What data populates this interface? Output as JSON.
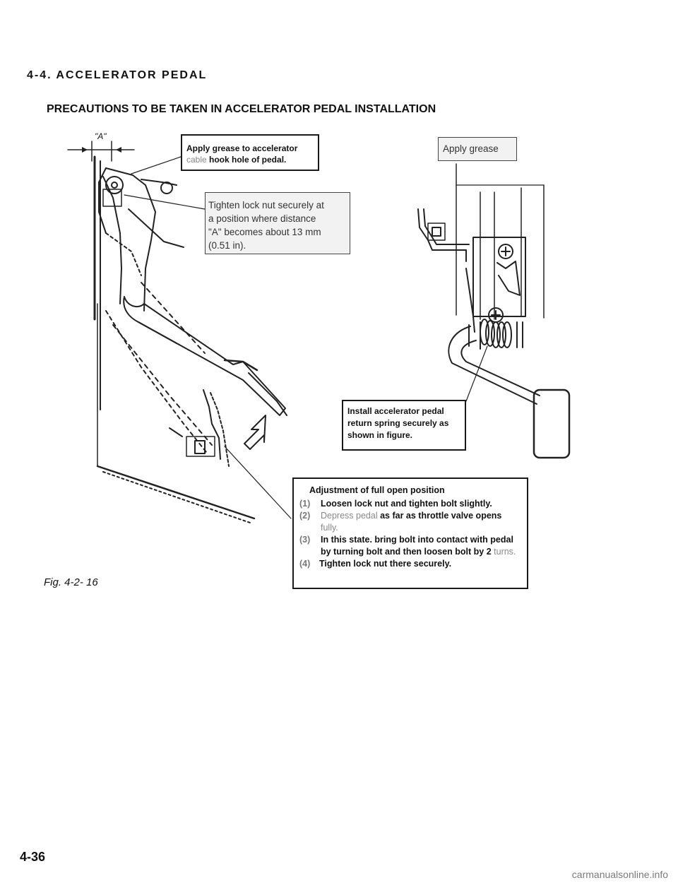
{
  "header": {
    "section_title": "4-4. ACCELERATOR PEDAL",
    "subtitle": "PRECAUTIONS TO BE TAKEN IN ACCELERATOR PEDAL INSTALLATION"
  },
  "figure": {
    "label_a": "\"A\"",
    "callout_grease_hook": {
      "line1": "Apply grease to accelerator",
      "line2_grey": "cable",
      "line2_rest": " hook hole of pedal."
    },
    "callout_lock_nut": {
      "line1": "Tighten lock nut securely at",
      "line2": "a position where distance",
      "line3": "\"A\" becomes about 13 mm",
      "line4": "(0.51 in)."
    },
    "callout_apply_grease": "Apply grease",
    "callout_return_spring": {
      "line1": "Install accelerator pedal",
      "line2": "return spring securely as",
      "line3": "shown in figure."
    },
    "adjustment": {
      "title": "Adjustment of full open position",
      "steps": [
        {
          "num": "(1)",
          "text": "Loosen lock nut and tighten bolt slightly."
        },
        {
          "num": "(2)",
          "grey": "Depress pedal",
          "text": " as far as throttle valve opens",
          "cont_grey": "fully."
        },
        {
          "num": "(3)",
          "text": "In this state. bring bolt into contact with pedal by turning bolt and then loosen bolt by 2",
          "tail_grey": " turns."
        },
        {
          "num": "(4)",
          "text": "Tighten lock nut there securely."
        }
      ]
    },
    "caption": "Fig. 4-2- 16"
  },
  "footer": {
    "page_number": "4-36",
    "watermark": "carmanualsonline.info"
  }
}
